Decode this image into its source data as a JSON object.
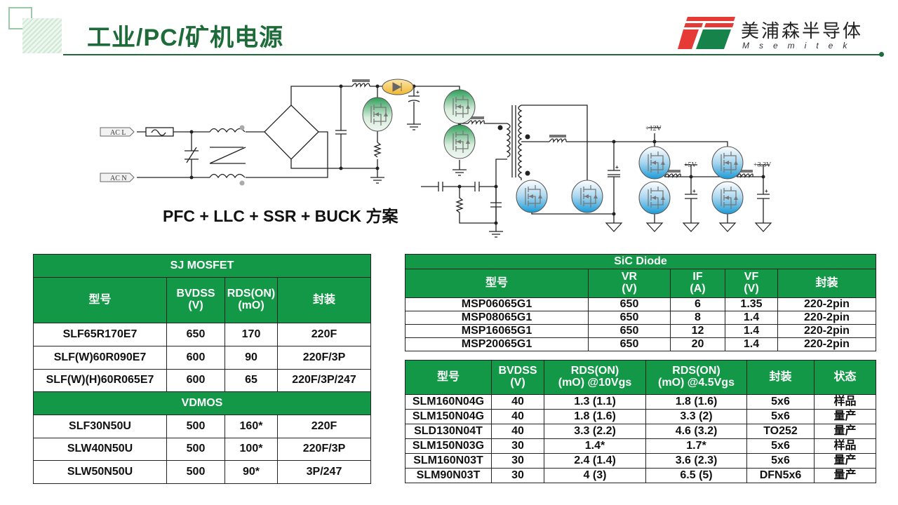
{
  "header": {
    "title": "工业/PC/矿机电源",
    "logo_name": "美浦森半导体",
    "logo_sub": "Msemitek"
  },
  "colors": {
    "accent_green": "#139847",
    "title_green": "#1e6b3a",
    "logo_red": "#e53a36"
  },
  "diagram": {
    "caption": "PFC + LLC + SSR + BUCK 方案",
    "ac_l": "AC L",
    "ac_n": "AC N",
    "v12": "+12V",
    "v5": "+5V",
    "v33": "+3.3V"
  },
  "sj_table": {
    "title": "SJ MOSFET",
    "headers": [
      "型号",
      "BVDSS\n(V)",
      "RDS(ON)\n(mO)",
      "封装"
    ],
    "rows": [
      [
        "SLF65R170E7",
        "650",
        "170",
        "220F"
      ],
      [
        "SLF(W)60R090E7",
        "600",
        "90",
        "220F/3P"
      ],
      [
        "SLF(W)(H)60R065E7",
        "600",
        "65",
        "220F/3P/247"
      ]
    ],
    "section2": "VDMOS",
    "rows2": [
      [
        "SLF30N50U",
        "500",
        "160*",
        "220F"
      ],
      [
        "SLW40N50U",
        "500",
        "100*",
        "220F/3P"
      ],
      [
        "SLW50N50U",
        "500",
        "90*",
        "3P/247"
      ]
    ]
  },
  "sic_table": {
    "title": "SiC Diode",
    "headers": [
      "型号",
      "VR\n(V)",
      "IF\n(A)",
      "VF\n(V)",
      "封装"
    ],
    "rows": [
      [
        "MSP06065G1",
        "650",
        "6",
        "1.35",
        "220-2pin"
      ],
      [
        "MSP08065G1",
        "650",
        "8",
        "1.4",
        "220-2pin"
      ],
      [
        "MSP16065G1",
        "650",
        "12",
        "1.4",
        "220-2pin"
      ],
      [
        "MSP20065G1",
        "650",
        "20",
        "1.4",
        "220-2pin"
      ]
    ]
  },
  "lv_table": {
    "headers": [
      "型号",
      "BVDSS\n(V)",
      "RDS(ON)\n(mO) @10Vgs",
      "RDS(ON)\n(mO) @4.5Vgs",
      "封装",
      "状态"
    ],
    "rows": [
      [
        "SLM160N04G",
        "40",
        "1.3 (1.1)",
        "1.8 (1.6)",
        "5x6",
        "样品"
      ],
      [
        "SLM150N04G",
        "40",
        "1.8 (1.6)",
        "3.3 (2)",
        "5x6",
        "量产"
      ],
      [
        "SLD130N04T",
        "40",
        "3.3 (2.2)",
        "4.6 (3.2)",
        "TO252",
        "量产"
      ],
      [
        "SLM150N03G",
        "30",
        "1.4*",
        "1.7*",
        "5x6",
        "样品"
      ],
      [
        "SLM160N03T",
        "30",
        "2.4 (1.4)",
        "3.6 (2.3)",
        "5x6",
        "量产"
      ],
      [
        "SLM90N03T",
        "30",
        "4 (3)",
        "6.5 (5)",
        "DFN5x6",
        "量产"
      ]
    ]
  }
}
